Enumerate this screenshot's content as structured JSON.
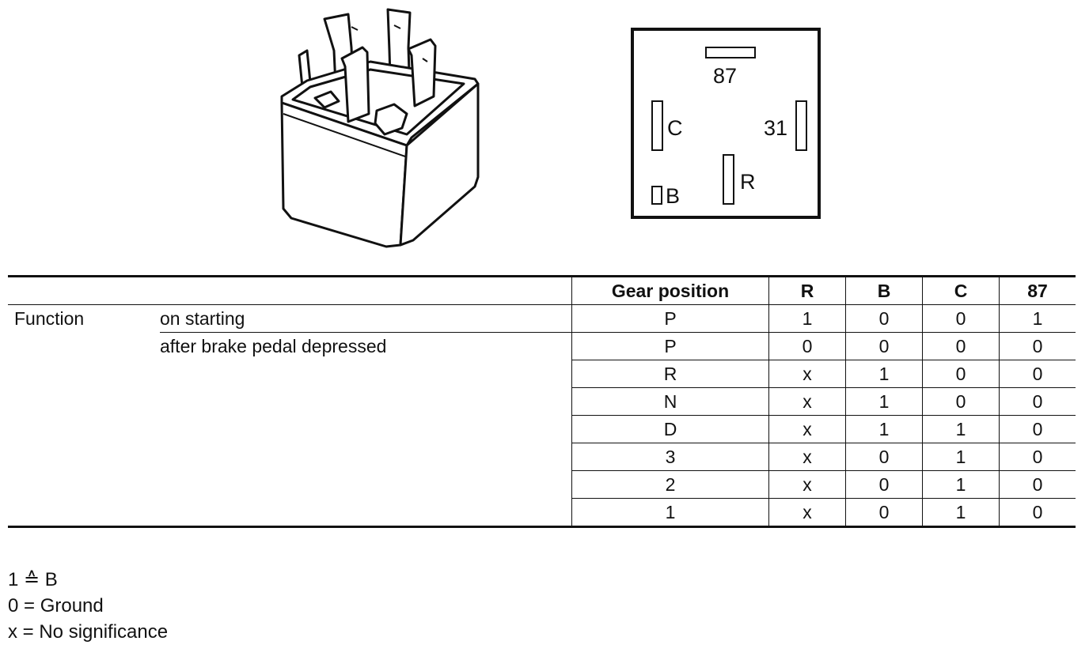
{
  "pinout": {
    "pin_87": "87",
    "pin_c": "C",
    "pin_31": "31",
    "pin_r": "R",
    "pin_b": "B"
  },
  "table": {
    "headers": [
      "Gear position",
      "R",
      "B",
      "C",
      "87"
    ],
    "function_label": "Function",
    "conditions": [
      "on starting",
      "after brake pedal depressed"
    ],
    "rows": [
      {
        "gear": "P",
        "r": "1",
        "b": "0",
        "c": "0",
        "p87": "1"
      },
      {
        "gear": "P",
        "r": "0",
        "b": "0",
        "c": "0",
        "p87": "0"
      },
      {
        "gear": "R",
        "r": "x",
        "b": "1",
        "c": "0",
        "p87": "0"
      },
      {
        "gear": "N",
        "r": "x",
        "b": "1",
        "c": "0",
        "p87": "0"
      },
      {
        "gear": "D",
        "r": "x",
        "b": "1",
        "c": "1",
        "p87": "0"
      },
      {
        "gear": "3",
        "r": "x",
        "b": "0",
        "c": "1",
        "p87": "0"
      },
      {
        "gear": "2",
        "r": "x",
        "b": "0",
        "c": "1",
        "p87": "0"
      },
      {
        "gear": "1",
        "r": "x",
        "b": "0",
        "c": "1",
        "p87": "0"
      }
    ]
  },
  "legend": [
    "1 ≙ B",
    "0 = Ground",
    "x = No significance"
  ]
}
